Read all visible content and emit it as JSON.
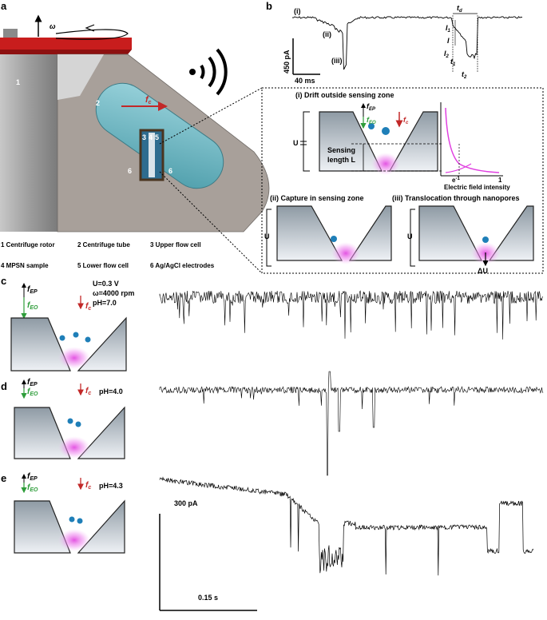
{
  "panels": {
    "a": "a",
    "b": "b",
    "c": "c",
    "d": "d",
    "e": "e"
  },
  "a": {
    "omega": "ω",
    "fc": "f",
    "fc_sub": "c",
    "numbers": [
      "1",
      "2",
      "3",
      "4",
      "5",
      "6",
      "6"
    ],
    "legend": [
      "1 Centrifuge rotor",
      "2 Centrifuge tube",
      "3 Upper flow cell",
      "4 MPSN sample",
      "5 Lower flow cell",
      "6 Ag/AgCl electrodes"
    ]
  },
  "b": {
    "labels": {
      "i": "(i)",
      "ii": "(ii)",
      "iii": "(iii)"
    },
    "scale_y": "450 pA",
    "scale_x": "40 ms",
    "params": {
      "td": "t",
      "td_sub": "d",
      "I": "I",
      "I1": "I",
      "I1_sub": "1",
      "I2": "I",
      "I2_sub": "2",
      "t1": "t",
      "t1_sub": "1",
      "t2": "t",
      "t2_sub": "2"
    },
    "zoom": {
      "title_i": "(i) Drift outside sensing zone",
      "fEP": "f",
      "fEP_sub": "EP",
      "fEO": "f",
      "fEO_sub": "EO",
      "fc": "f",
      "fc_sub": "c",
      "U": "U",
      "sensing": "Sensing",
      "length": "length L",
      "e_inv": "e",
      "e_inv_sup": "-1",
      "one": "1",
      "xlabel": "Electric field intensity",
      "title_ii": "(ii) Capture in sensing zone",
      "title_iii": "(iii) Translocation through nanopores",
      "dU": "ΔU"
    }
  },
  "c": {
    "fEP": "f",
    "fEP_sub": "EP",
    "fEO": "f",
    "fEO_sub": "EO",
    "fc": "f",
    "fc_sub": "c",
    "U": "U=0.3 V",
    "omega": "ω=4000 rpm",
    "pH": "pH=7.0"
  },
  "d": {
    "fEP": "f",
    "fEP_sub": "EP",
    "fEO": "f",
    "fEO_sub": "EO",
    "fc": "f",
    "fc_sub": "c",
    "pH": "pH=4.0"
  },
  "e": {
    "fEP": "f",
    "fEP_sub": "EP",
    "fEO": "f",
    "fEO_sub": "EO",
    "fc": "f",
    "fc_sub": "c",
    "pH": "pH=4.3",
    "scale_y": "300  pA",
    "scale_x": "0.15 s"
  },
  "colors": {
    "rotor": "#c81d1d",
    "tube": "#6fb6c1",
    "body": "#a9a19a",
    "green": "#2e9d3a",
    "red": "#c22828",
    "magenta": "#e040e0",
    "pore_top": "#9aa7b0",
    "pore_bottom": "#e6eaf0"
  }
}
